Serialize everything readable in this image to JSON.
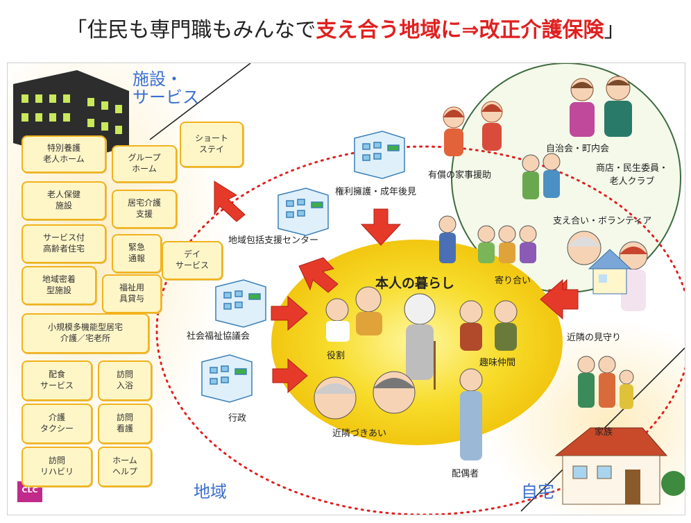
{
  "title": {
    "open": "「住民も専門職もみんなで",
    "highlight": "支え合う地域に⇒改正介護保険",
    "close": "」"
  },
  "zones": {
    "facility": "施設・\nサービス",
    "region": "地域",
    "home": "自宅",
    "center": "本人の暮らし"
  },
  "services": [
    "特別養護\n老人ホーム",
    "グループ\nホーム",
    "ショート\nステイ",
    "老人保健\n施設",
    "居宅介護\n支援",
    "サービス付\n高齢者住宅",
    "緊急\n通報",
    "デイ\nサービス",
    "地域密着\n型施設",
    "福祉用\n具貸与",
    "小規模多機能型居宅\n介護／宅老所",
    "配食\nサービス",
    "訪問\n入浴",
    "介護\nタクシー",
    "訪問\n看護",
    "訪問\nリハビリ",
    "ホーム\nヘルプ"
  ],
  "organizations": [
    "権利擁護・成年後見",
    "地域包括支援センター",
    "社会福祉協議会",
    "行政"
  ],
  "community": [
    "有償の家事援助",
    "自治会・町内会",
    "商店・民生委員・\n老人クラブ",
    "支え合い・ボランティア",
    "寄り合い",
    "近隣の見守り",
    "家族"
  ],
  "life": [
    "役割",
    "趣味仲間",
    "近隣づきあい",
    "配偶者"
  ],
  "logo": "CLC",
  "colors": {
    "red": "#e02020",
    "service_border": "#f2b21b",
    "service_fill": "#fff6c8",
    "yellow": "#f5d20a",
    "blue_text": "#3a6fd0"
  }
}
